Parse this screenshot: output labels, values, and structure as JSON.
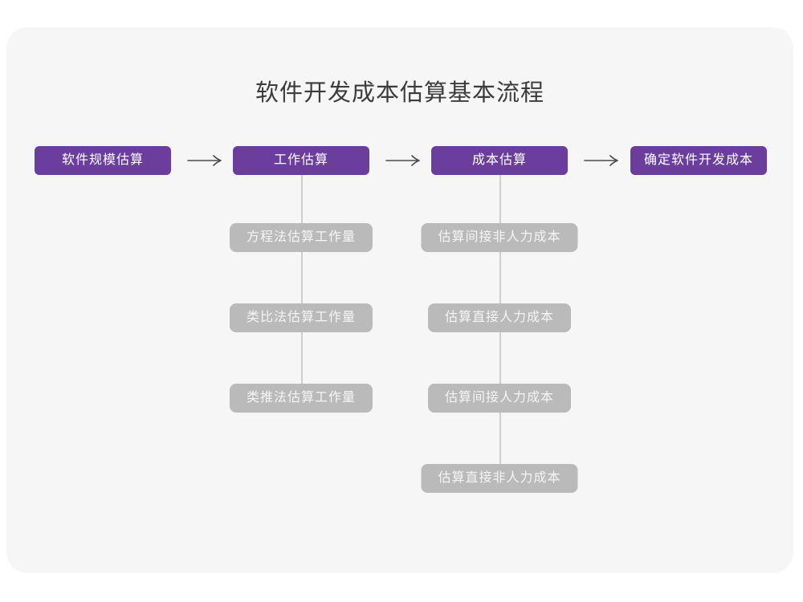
{
  "title": "软件开发成本估算基本流程",
  "main_steps": [
    "软件规模估算",
    "工作估算",
    "成本估算",
    "确定软件开发成本"
  ],
  "work_estimation_methods": [
    "方程法估算工作量",
    "类比法估算工作量",
    "类推法估算工作量"
  ],
  "cost_estimation_items": [
    "估算间接非人力成本",
    "估算直接人力成本",
    "估算间接人力成本",
    "估算直接非人力成本"
  ],
  "colors": {
    "page_bg": "#FFFFFF",
    "card_bg": "#F6F6F7",
    "primary": "#6B3E9E",
    "secondary_box": "#BABABA",
    "connector": "#CFCFCF",
    "arrow": "#4A4A4A",
    "title_text": "#3C3C3C",
    "box_text": "#FFFFFF",
    "sub_text": "#F5F5F5"
  }
}
